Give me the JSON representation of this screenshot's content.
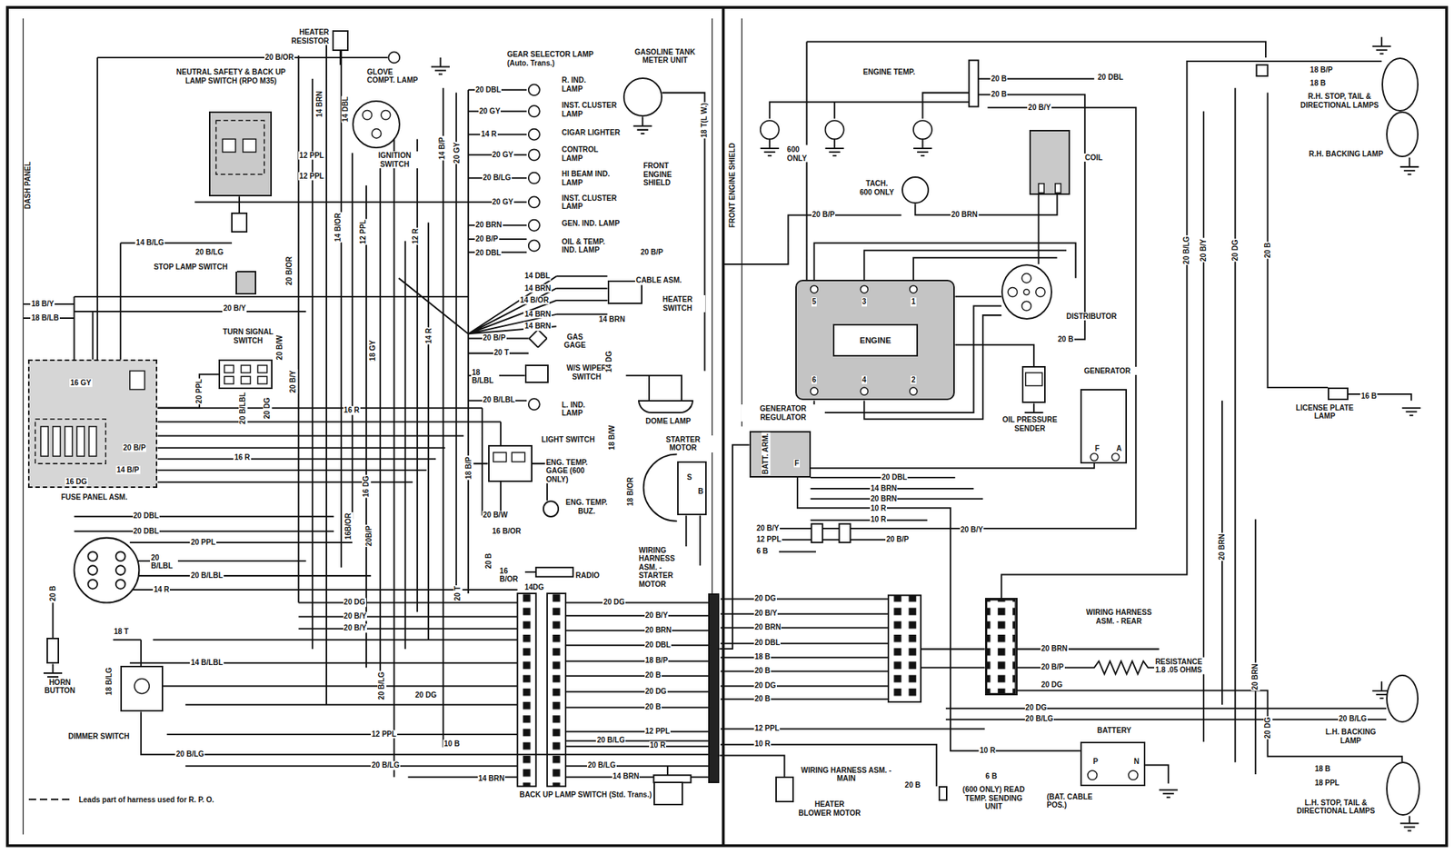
{
  "diagram": {
    "nodes": [
      {
        "text": [
          "HEATER RESISTOR"
        ]
      },
      {
        "text": [
          "NEUTRAL SAFETY & BACK UP LAMP SWITCH (RPO M35)"
        ]
      },
      {
        "text": [
          "IGNITION SWITCH"
        ]
      },
      {
        "text": [
          "GASOLINE TANK METER UNIT"
        ]
      },
      {
        "text": [
          "STOP LAMP SWITCH"
        ]
      },
      {
        "text": [
          "HEATER SWITCH"
        ]
      },
      {
        "text": [
          "GAS GAGE"
        ]
      },
      {
        "text": [
          "TURN SIGNAL SWITCH"
        ]
      },
      {
        "text": [
          "W/S WIPER SWITCH"
        ]
      },
      {
        "text": [
          "FUSE PANEL ASM."
        ]
      },
      {
        "text": [
          "DOME LAMP"
        ]
      },
      {
        "text": [
          "LIGHT SWITCH"
        ]
      },
      {
        "text": [
          "STARTER MOTOR"
        ]
      },
      {
        "text": [
          "ENG. TEMP. BUZ."
        ]
      },
      {
        "text": [
          "HORN BUTTON"
        ]
      },
      {
        "text": [
          "DIMMER SWITCH"
        ]
      },
      {
        "text": [
          "BACK UP LAMP SWITCH (Std. Trans.)"
        ]
      },
      {
        "text": [
          "WIRING HARNESS ASM. - MAIN"
        ]
      },
      {
        "text": [
          "ENGINE"
        ]
      },
      {
        "text": [
          "COIL"
        ]
      },
      {
        "text": [
          "TACH. 600 ONLY"
        ]
      },
      {
        "text": [
          "DISTRIBUTOR"
        ]
      },
      {
        "text": [
          "OIL PRESSURE SENDER"
        ]
      },
      {
        "text": [
          "GENERATOR"
        ]
      },
      {
        "text": [
          "GENERATOR REGULATOR"
        ]
      },
      {
        "text": [
          "WIRING HARNESS ASM. - REAR"
        ]
      },
      {
        "text": [
          "BATTERY"
        ]
      },
      {
        "text": [
          "HEATER BLOWER MOTOR"
        ]
      },
      {
        "text": [
          "(600 ONLY) READ TEMP. SENDING UNIT"
        ]
      },
      {
        "text": [
          "R.H. STOP, TAIL & DIRECTIONAL LAMPS"
        ]
      },
      {
        "text": [
          "R.H. BACKING LAMP"
        ]
      },
      {
        "text": [
          "LICENSE PLATE LAMP"
        ]
      },
      {
        "text": [
          "L.H. BACKING LAMP"
        ]
      },
      {
        "text": [
          "L.H. STOP, TAIL & DIRECTIONAL LAMPS"
        ]
      }
    ],
    "edges": [
      {
        "from": 24,
        "to": 26,
        "arrow": "none",
        "label": "10 R"
      },
      {
        "from": 20,
        "to": 19,
        "arrow": "none",
        "label": "20 BRN"
      },
      {
        "from": 21,
        "to": 19,
        "arrow": "none"
      },
      {
        "from": 18,
        "to": 21,
        "arrow": "none"
      },
      {
        "from": 24,
        "to": 23,
        "arrow": "none"
      },
      {
        "from": 25,
        "to": 29,
        "arrow": "none",
        "label": "20 B/LG"
      },
      {
        "from": 25,
        "to": 33,
        "arrow": "none",
        "label": "20 DG"
      },
      {
        "from": 9,
        "to": 7,
        "arrow": "none",
        "label": "20 PPL"
      },
      {
        "from": 15,
        "to": 17,
        "arrow": "none",
        "label": "20 B/LG"
      },
      {
        "from": 27,
        "to": 17,
        "arrow": "none"
      },
      {
        "from": 24,
        "to": 17,
        "arrow": "none"
      }
    ],
    "labels": [
      "20 B/OR",
      "GLOVE COMPT. LAMP",
      "GEAR SELECTOR LAMP (Auto. Trans.)",
      "14 BRN",
      "14 DBL",
      "12 PPL",
      "12 PPL",
      "14 B/P",
      "20 GY",
      "20 DBL",
      "R. IND. LAMP",
      "20 GY",
      "INST. CLUSTER LAMP",
      "14 R",
      "CIGAR LIGHTER",
      "20 GY",
      "CONTROL LAMP",
      "20 B/LG",
      "HI BEAM IND. LAMP",
      "20 GY",
      "INST. CLUSTER LAMP",
      "20 BRN",
      "GEN. IND. LAMP",
      "20 B/P",
      "OIL & TEMP. IND. LAMP",
      "20 DBL",
      "20 B/P",
      "FRONT ENGINE SHIELD",
      "18 T(L W.)",
      "14 B/LG",
      "20 B/LG",
      "20 B/OR",
      "20 B/Y",
      "18 B/Y",
      "18 B/LB",
      "14 B/OR",
      "12 PPL",
      "12 R",
      "14 DBL",
      "14 BRN",
      "14 B/OR",
      "14 BRN",
      "14 BRN",
      "CABLE ASM.",
      "14 BRN",
      "20 B/P",
      "20 T",
      "18 B/LBL",
      "20 B/LBL",
      "L. IND. LAMP",
      "14 DG",
      "14 R",
      "16 GY",
      "20 B/LBL",
      "20 DG",
      "20 B/W",
      "20 B/Y",
      "16 R",
      "18 GY",
      "20 B/P",
      "14 B/P",
      "16 DG",
      "16 R",
      "18 B/P",
      "16 DG",
      "ENG. TEMP. GAGE (600 ONLY)",
      "20 B/W",
      "16 B/OR",
      "18 B/W",
      "18 B/OR",
      "16B/OR",
      "20B/P",
      "20 DBL",
      "20 DBL",
      "20 PPL",
      "20 B/LBL",
      "20 B/LBL",
      "14 R",
      "20 B",
      "20 B",
      "20 T",
      "16 B/OR",
      "14DG",
      "RADIO",
      "WIRING HARNESS ASM. - STARTER MOTOR",
      "20 DG",
      "20 DG",
      "20 B/Y",
      "20 B/Y",
      "20 B/Y",
      "20 BRN",
      "20 DBL",
      "18 B/P",
      "20 B",
      "20 DG",
      "20 B",
      "18 T",
      "18 B/LG",
      "14 B/LBL",
      "20 B/LG",
      "20 DG",
      "12 PPL",
      "12 PPL",
      "10 B",
      "20 B/LG",
      "10 R",
      "20 B/LG",
      "20 B/LG",
      "14 BRN",
      "14 BRN",
      "DASH PANEL",
      "FRONT ENGINE SHIELD",
      "ENGINE TEMP.",
      "600 ONLY",
      "20 B",
      "20 B",
      "20 DBL",
      "20 B/Y",
      "20 B/P",
      "5",
      "3",
      "1",
      "6",
      "4",
      "2",
      "20 B",
      "20 DBL",
      "14 BRN",
      "20 BRN",
      "10 R",
      "10 R",
      "20 B/Y",
      "12 PPL",
      "6 B",
      "20 B/P",
      "20 B/Y",
      "20 DG",
      "20 B/Y",
      "20 BRN",
      "20 DBL",
      "18 B",
      "20 B",
      "20 DG",
      "20 B",
      "12 PPL",
      "10 R",
      "20 BRN",
      "20 B/P",
      "20 DG",
      "20 DG",
      "20 B/LG",
      "RESISTANCE 1.8 .05 OHMS",
      "20 B",
      "6 B",
      "(BAT. CABLE POS.)",
      "P",
      "N",
      "20 B/LG",
      "18 B/P",
      "18 B",
      "18 B",
      "18 PPL",
      "16 B",
      "20 B/Y",
      "20 DG",
      "20 B",
      "20 BRN",
      "20 BRN",
      "BATT. ARM.",
      "F",
      "F",
      "A",
      "S",
      "B"
    ],
    "legend": [
      {
        "text": "Leads part of harness used for R. P. O."
      }
    ]
  }
}
